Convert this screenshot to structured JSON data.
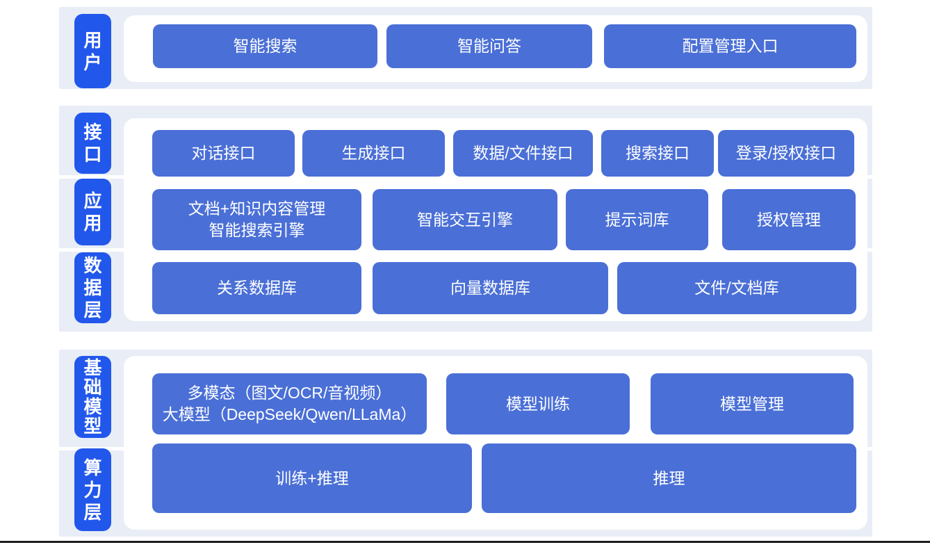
{
  "colors": {
    "label_blue": "#2257EB",
    "block_blue": "#4A6FD6",
    "band_background": "#E8EDF6",
    "panel_background": "#FFFFFF",
    "text_white": "#FFFFFF",
    "bottom_line": "#1C1C1C"
  },
  "sections": [
    {
      "labels": [
        "用户"
      ],
      "rows": [
        {
          "buttons": [
            {
              "text": "智能搜索"
            },
            {
              "text": "智能问答"
            },
            {
              "text": "配置管理入口"
            }
          ]
        }
      ]
    },
    {
      "labels": [
        "接口",
        "应用",
        "数据层"
      ],
      "rows": [
        {
          "buttons": [
            {
              "text": "对话接口"
            },
            {
              "text": "生成接口"
            },
            {
              "text": "数据/文件接口"
            },
            {
              "text": "搜索接口"
            },
            {
              "text": "登录/授权接口"
            }
          ]
        },
        {
          "buttons": [
            {
              "line1": "文档+知识内容管理",
              "line2": "智能搜索引擎"
            },
            {
              "text": "智能交互引擎"
            },
            {
              "text": "提示词库"
            },
            {
              "text": "授权管理"
            }
          ]
        },
        {
          "buttons": [
            {
              "text": "关系数据库"
            },
            {
              "text": "向量数据库"
            },
            {
              "text": "文件/文档库"
            }
          ]
        }
      ]
    },
    {
      "labels": [
        "基础模型",
        "算力层"
      ],
      "rows": [
        {
          "buttons": [
            {
              "line1": "多模态（图文/OCR/音视频）",
              "line2": "大模型（DeepSeek/Qwen/LLaMa）"
            },
            {
              "text": "模型训练"
            },
            {
              "text": "模型管理"
            }
          ]
        },
        {
          "buttons": [
            {
              "text": "训练+推理"
            },
            {
              "text": "推理"
            }
          ]
        }
      ]
    }
  ]
}
